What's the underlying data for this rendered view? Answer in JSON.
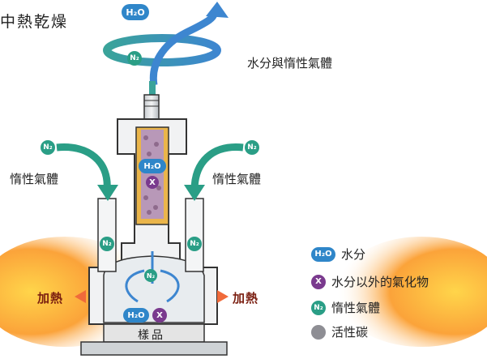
{
  "title": "中熱乾燥",
  "labels": {
    "vapor_out": "水分與惰性氣體",
    "inert_left": "惰性氣體",
    "inert_right": "惰性氣體",
    "heat_left": "加熱",
    "heat_right": "加熱",
    "sample": "樣品"
  },
  "molecule_badges": {
    "water": "H₂O",
    "inert": "N₂",
    "other_compound": "X"
  },
  "legend": [
    {
      "badge": "H₂O",
      "text": "水分",
      "color": "#2f86c9",
      "icon": "water-molecule-icon"
    },
    {
      "badge": "X",
      "text": "水分以外的氣化物",
      "color": "#7a3a8e",
      "icon": "other-compound-icon"
    },
    {
      "badge": "N₂",
      "text": "惰性氣體",
      "color": "#2a9e86",
      "icon": "inert-gas-icon"
    },
    {
      "badge": "",
      "text": "活性碳",
      "color": "#8e8e94",
      "icon": "activated-carbon-icon"
    }
  ]
}
